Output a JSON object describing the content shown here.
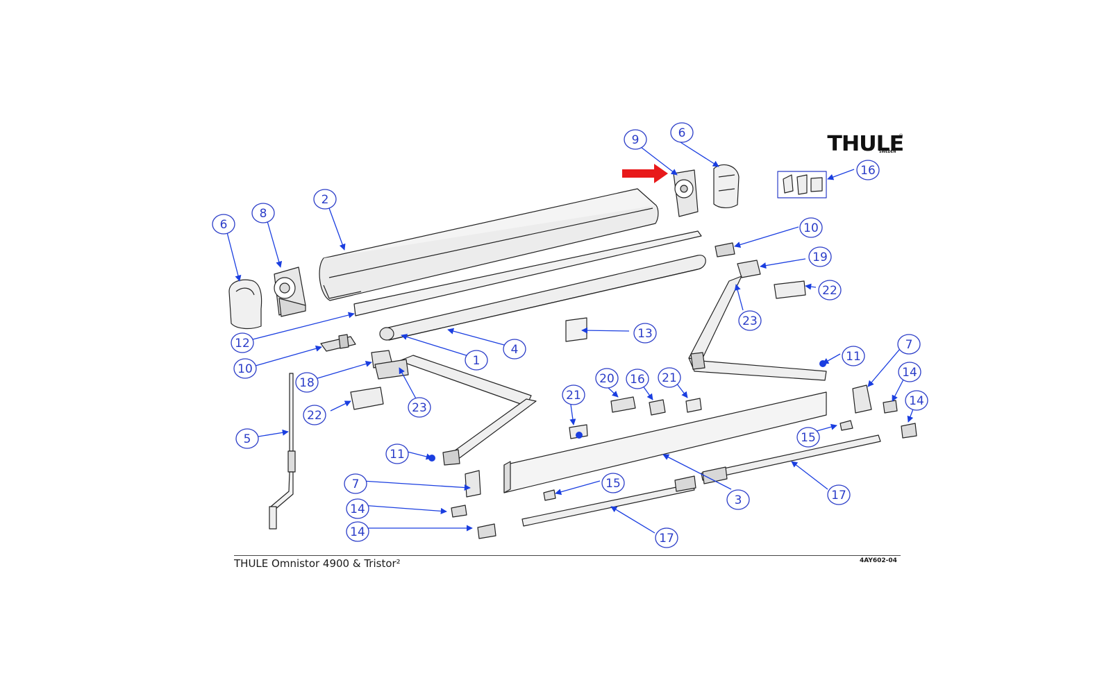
{
  "brand": {
    "logo_text": "THULE",
    "logo_sub": "SWEDEN",
    "logo_reg": "®"
  },
  "footer": {
    "title": "THULE Omnistor 4900 & Tristor²",
    "code": "4AY602-04"
  },
  "colors": {
    "callout": "#2a3cc8",
    "dot": "#1a3ee0",
    "highlight_arrow": "#e8191a",
    "line": "#222222"
  },
  "callouts": [
    {
      "label": "1"
    },
    {
      "label": "2"
    },
    {
      "label": "3"
    },
    {
      "label": "4"
    },
    {
      "label": "5"
    },
    {
      "label": "6"
    },
    {
      "label": "6"
    },
    {
      "label": "7"
    },
    {
      "label": "7"
    },
    {
      "label": "8"
    },
    {
      "label": "9"
    },
    {
      "label": "10"
    },
    {
      "label": "10"
    },
    {
      "label": "11"
    },
    {
      "label": "11"
    },
    {
      "label": "12"
    },
    {
      "label": "13"
    },
    {
      "label": "14"
    },
    {
      "label": "14"
    },
    {
      "label": "14"
    },
    {
      "label": "14"
    },
    {
      "label": "15"
    },
    {
      "label": "15"
    },
    {
      "label": "16"
    },
    {
      "label": "16"
    },
    {
      "label": "17"
    },
    {
      "label": "17"
    },
    {
      "label": "18"
    },
    {
      "label": "19"
    },
    {
      "label": "20"
    },
    {
      "label": "21"
    },
    {
      "label": "21"
    },
    {
      "label": "22"
    },
    {
      "label": "22"
    },
    {
      "label": "23"
    },
    {
      "label": "23"
    }
  ]
}
